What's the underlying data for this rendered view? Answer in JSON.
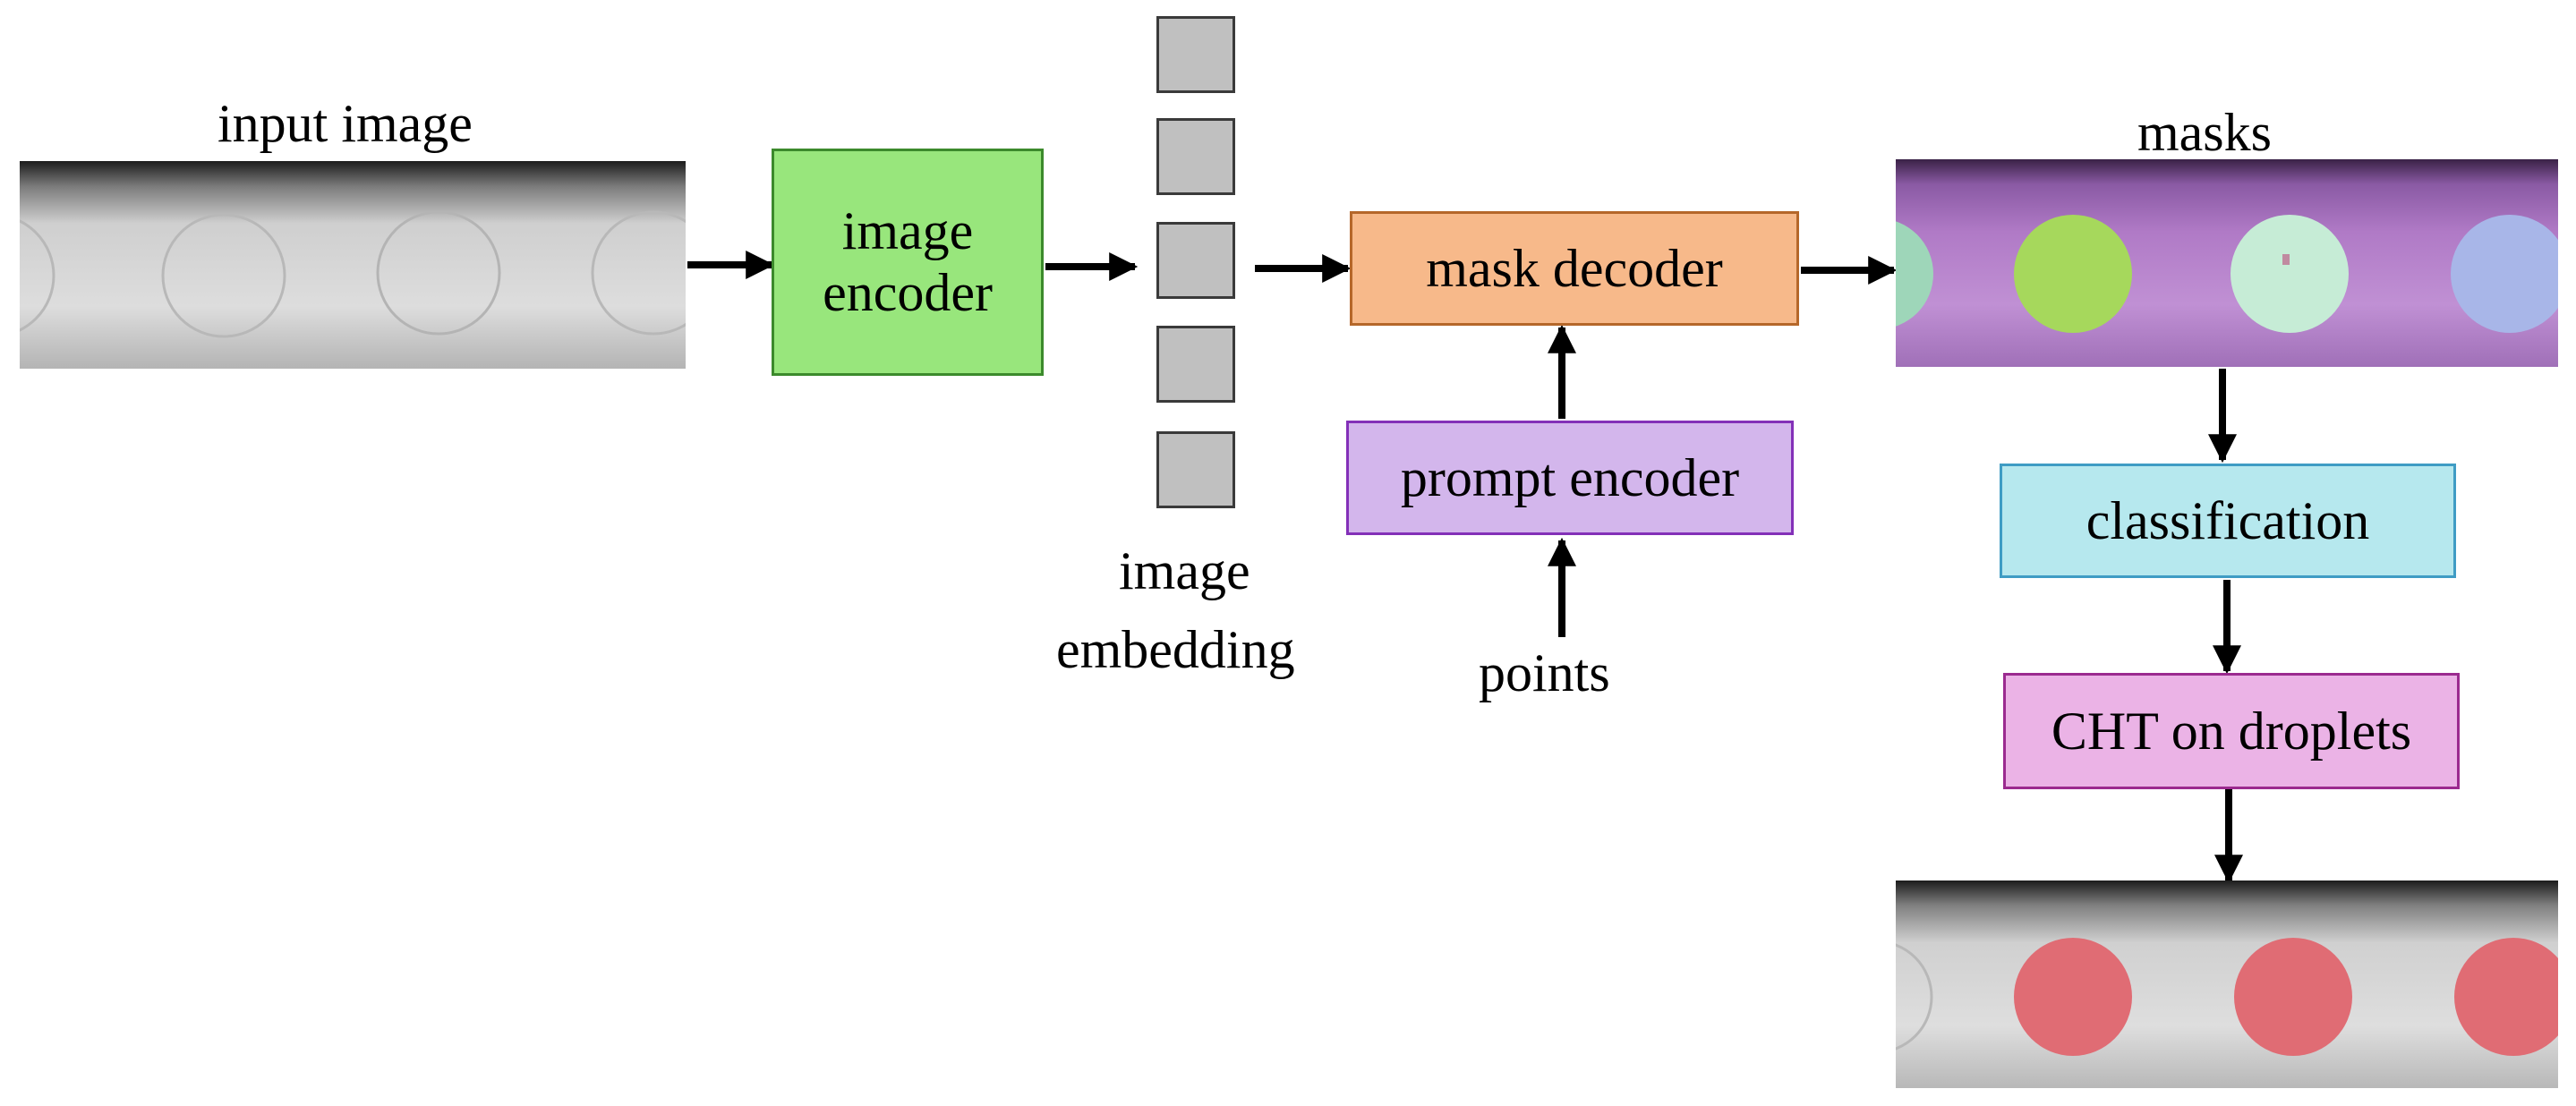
{
  "labels": {
    "input_image": "input image",
    "image_embedding_line1": "image",
    "image_embedding_line2": "embedding",
    "masks": "masks",
    "points": "points"
  },
  "boxes": {
    "image_encoder": {
      "line1": "image",
      "line2": "encoder",
      "fill": "#98e67c",
      "border": "#3c8a2c"
    },
    "mask_decoder": {
      "text": "mask decoder",
      "fill": "#f7b98a",
      "border": "#b5672a"
    },
    "prompt_encoder": {
      "text": "prompt encoder",
      "fill": "#d3b6ec",
      "border": "#8330b8"
    },
    "classification": {
      "text": "classification",
      "fill": "#b6e8ee",
      "border": "#3f9cc4"
    },
    "cht": {
      "text": "CHT on droplets",
      "fill": "#ebb3e6",
      "border": "#9b2a8f"
    }
  },
  "colors": {
    "mask_overlay": "#b07ac6",
    "droplet_mask_1": "#9ed6b9",
    "droplet_mask_2": "#a6d85c",
    "droplet_mask_3": "#c6ecd6",
    "droplet_mask_4": "#a8b6e8",
    "droplet_detected": "#e06c74",
    "arrow": "#000000"
  }
}
